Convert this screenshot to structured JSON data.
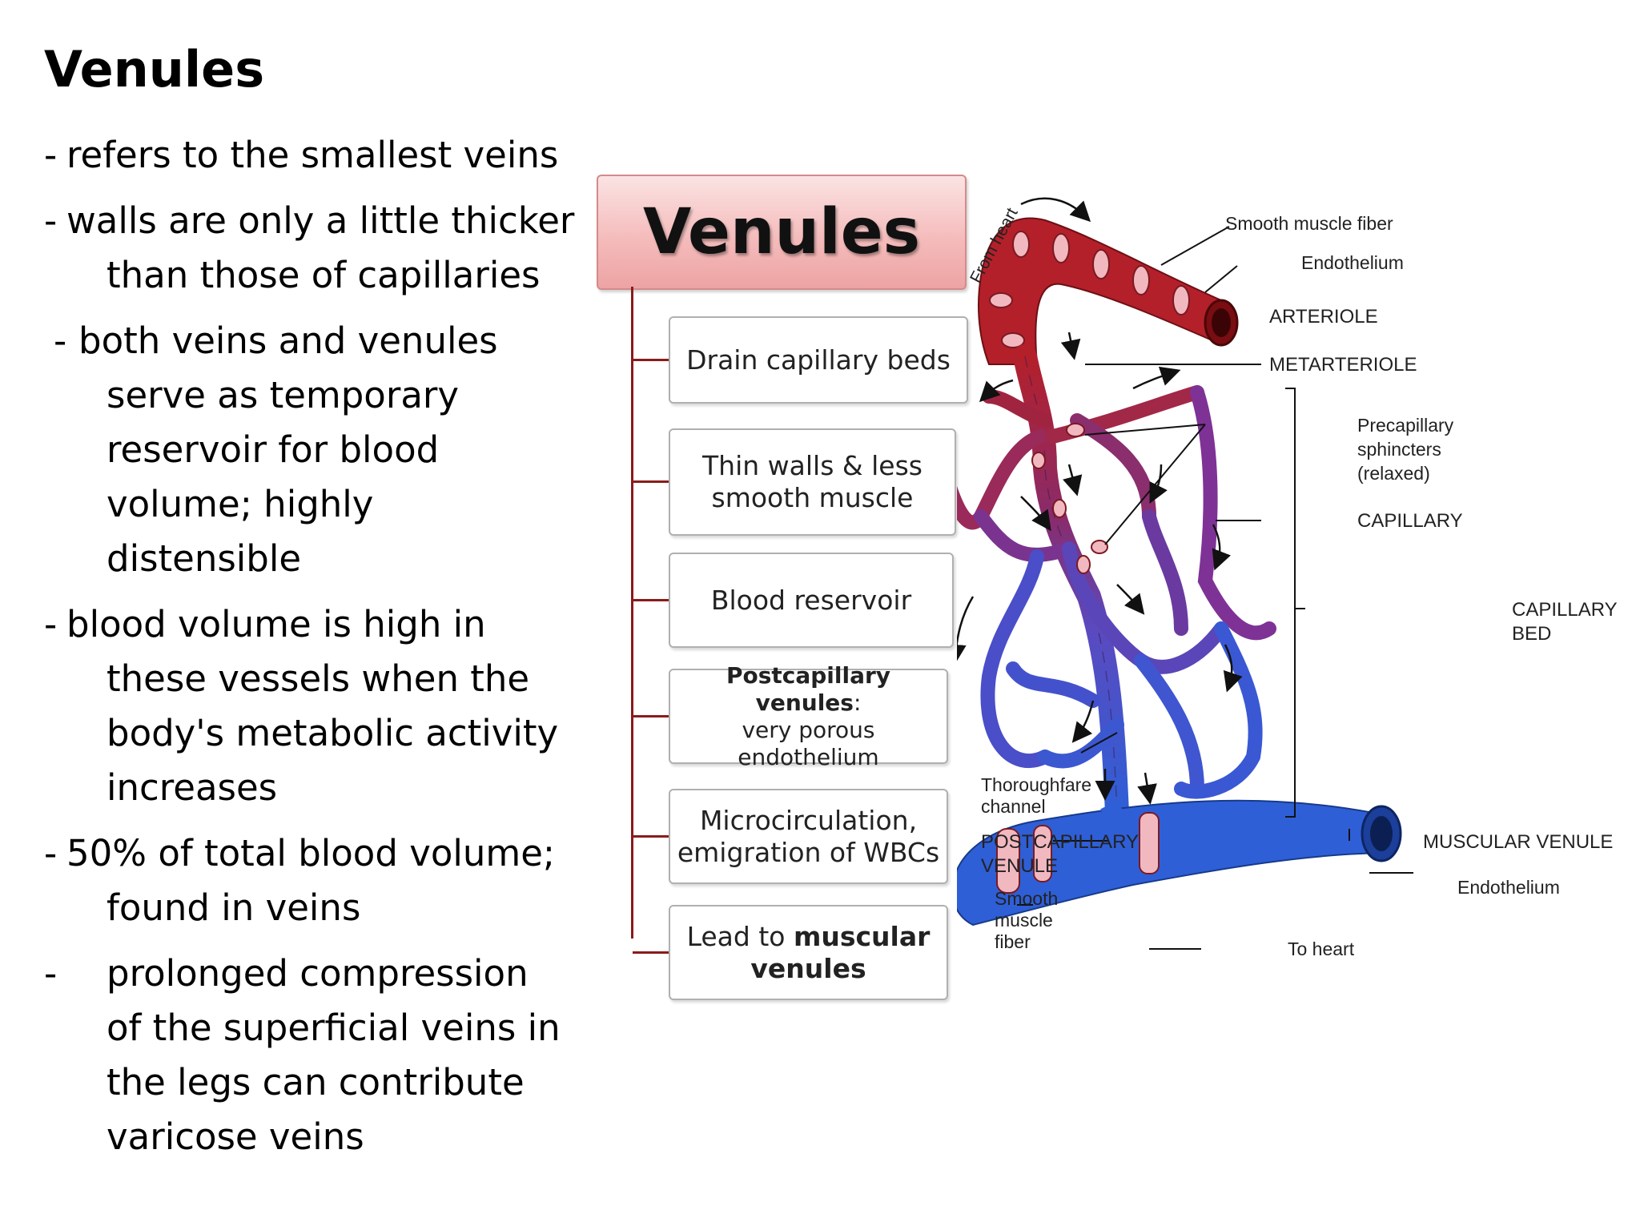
{
  "slide": {
    "title": "Venules"
  },
  "bullets": [
    {
      "dash": "-",
      "lines": [
        "refers to the smallest veins"
      ]
    },
    {
      "dash": "-",
      "lines": [
        "walls are only a little thicker",
        "than those of capillaries"
      ]
    },
    {
      "dash": "-",
      "lines": [
        "both veins and venules",
        "serve as temporary",
        "reservoir for blood",
        "volume; highly",
        "distensible"
      ]
    },
    {
      "dash": "-",
      "lines": [
        "blood volume is high in",
        "these vessels when the",
        "body's metabolic activity",
        "increases"
      ]
    },
    {
      "dash": "-",
      "lines": [
        "50% of total blood volume;",
        "found in veins"
      ]
    },
    {
      "dash": "-",
      "lines": [
        "prolonged compression",
        "of the superficial veins in",
        "the legs can contribute",
        "varicose veins"
      ]
    }
  ],
  "flowchart": {
    "header": "Venules",
    "boxes": [
      {
        "parts": [
          {
            "text": "Drain capillary beds",
            "bold": false
          }
        ]
      },
      {
        "parts": [
          {
            "text": "Thin walls & less",
            "bold": false
          },
          {
            "text": "smooth muscle",
            "bold": false,
            "newline": true
          }
        ]
      },
      {
        "parts": [
          {
            "text": "Blood reservoir",
            "bold": false
          }
        ]
      },
      {
        "parts": [
          {
            "text": "Postcapillary venules",
            "bold": true
          },
          {
            "text": ":",
            "bold": false
          },
          {
            "text": "very porous",
            "bold": false,
            "newline": true
          },
          {
            "text": "endothelium",
            "bold": false,
            "newline": true
          }
        ]
      },
      {
        "parts": [
          {
            "text": "Microcirculation,",
            "bold": false
          },
          {
            "text": "emigration of WBCs",
            "bold": false,
            "newline": true
          }
        ]
      },
      {
        "parts": [
          {
            "text": "Lead to ",
            "bold": false
          },
          {
            "text": "muscular",
            "bold": true
          },
          {
            "text": "venules",
            "bold": true,
            "newline": true
          }
        ]
      }
    ]
  },
  "diagram": {
    "colors": {
      "arterial": "#b3202a",
      "capillary": "#7a3a9e",
      "venous": "#2f5fd6",
      "sphincter": "#f2b8c0"
    },
    "labels": {
      "from_heart": "From heart",
      "smooth_muscle_fiber_top": "Smooth muscle fiber",
      "endothelium_top": "Endothelium",
      "arteriole": "ARTERIOLE",
      "metarteriole": "METARTERIOLE",
      "precapillary_1": "Precapillary",
      "precapillary_2": "sphincters",
      "precapillary_3": "(relaxed)",
      "capillary": "CAPILLARY",
      "capillary_bed_1": "CAPILLARY",
      "capillary_bed_2": "BED",
      "thoroughfare_1": "Thoroughfare",
      "thoroughfare_2": "channel",
      "postcap_1": "POSTCAPILLARY",
      "postcap_2": "VENULE",
      "muscular_venule": "MUSCULAR VENULE",
      "endothelium_bottom": "Endothelium",
      "smooth_1": "Smooth",
      "smooth_2": "muscle",
      "smooth_3": "fiber",
      "to_heart": "To heart"
    }
  }
}
